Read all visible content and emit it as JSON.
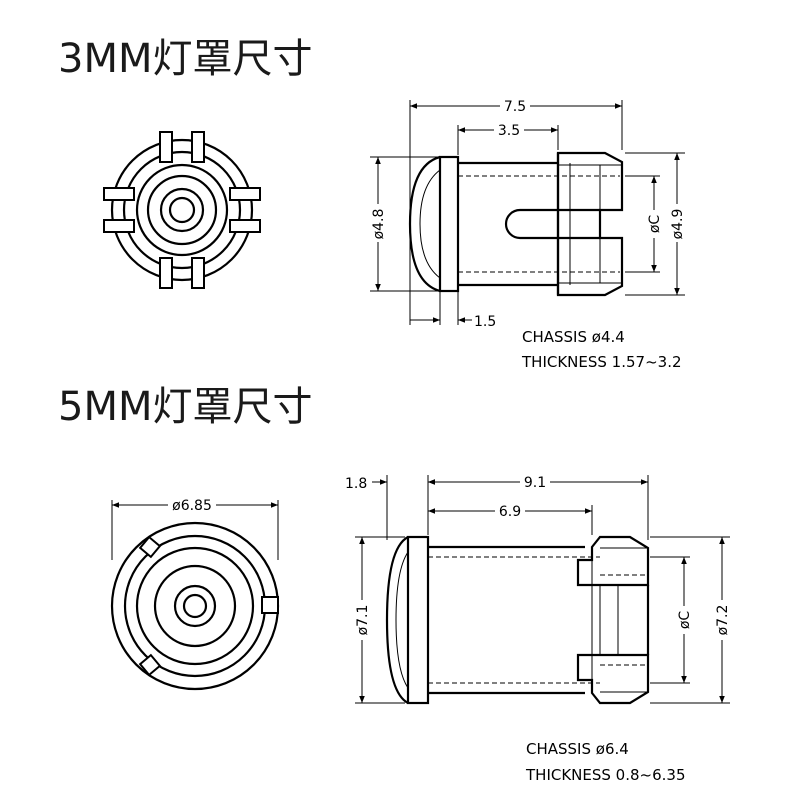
{
  "sections": [
    {
      "title": "3MM灯罩尺寸",
      "dims": {
        "overall_length": "7.5",
        "body_length": "3.5",
        "head_diameter": "ø4.8",
        "clip_diameter": "ø4.9",
        "inner_diameter": "øC",
        "flange_thickness": "1.5"
      },
      "chassis": "CHASSIS  ø4.4",
      "thickness": "THICKNESS  1.57~3.2"
    },
    {
      "title": "5MM灯罩尺寸",
      "dims": {
        "front_diameter": "ø6.85",
        "flange_thickness": "1.8",
        "overall_length": "9.1",
        "body_length": "6.9",
        "head_diameter": "ø7.1",
        "clip_diameter": "ø7.2",
        "inner_diameter": "øC"
      },
      "chassis": "CHASSIS  ø6.4",
      "thickness": "THICKNESS  0.8~6.35"
    }
  ]
}
